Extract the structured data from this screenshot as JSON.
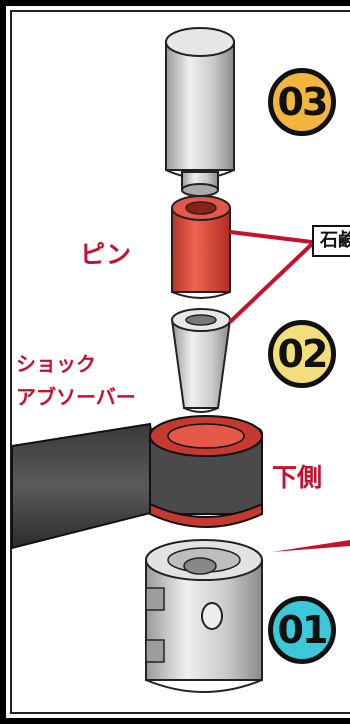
{
  "labels": {
    "pin": "ピン",
    "shock_line1": "ショック",
    "shock_line2": "アブソーバー",
    "lower_side": "下側",
    "callout_partial": "石鹸"
  },
  "badges": {
    "top": "03",
    "middle": "02",
    "bottom": "01"
  },
  "colors": {
    "accent_red": "#c8102e",
    "badge_03": "#f4b53c",
    "badge_02": "#f3de7c",
    "badge_01": "#3cc8d8"
  }
}
